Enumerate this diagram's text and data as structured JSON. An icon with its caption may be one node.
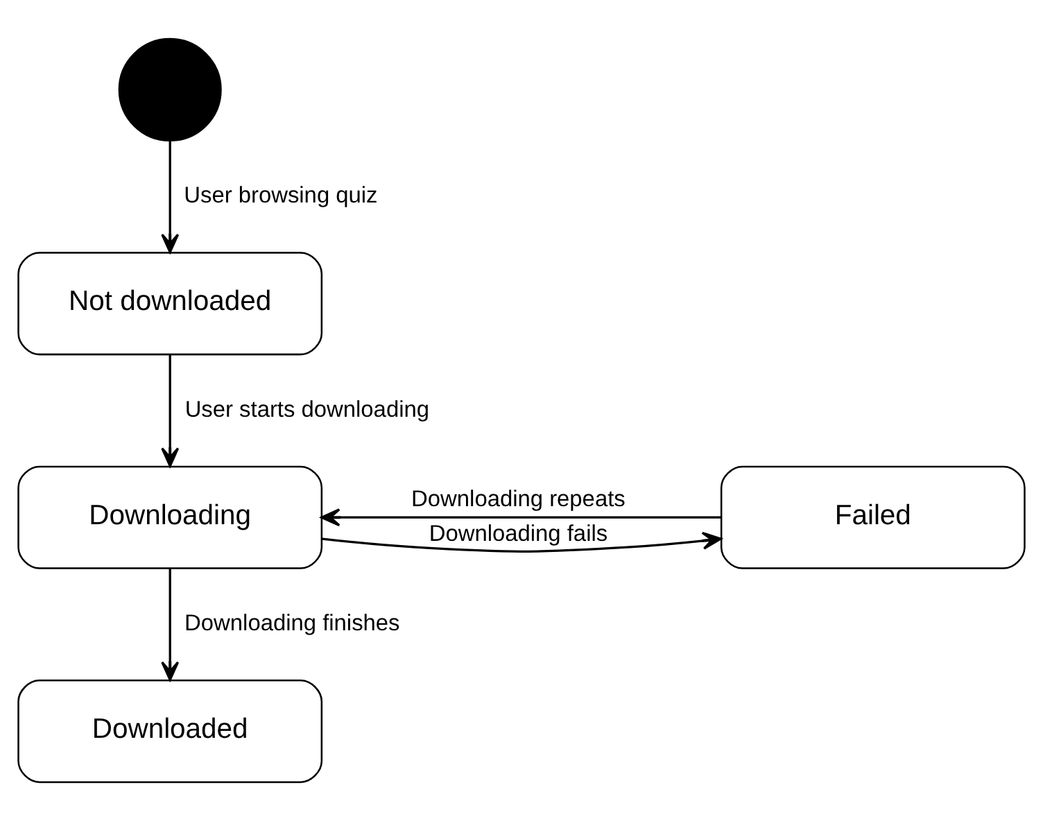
{
  "diagram": {
    "nodes": [
      {
        "text": [],
        "shape": "circle"
      },
      {
        "text": [
          "Not downloaded"
        ]
      },
      {
        "text": [
          "Downloading"
        ]
      },
      {
        "text": [
          "Failed"
        ]
      },
      {
        "text": [
          "Downloaded"
        ]
      }
    ],
    "edges": [
      {
        "from": 0,
        "to": 1,
        "arrow": "to",
        "label": "User browsing quiz"
      },
      {
        "from": 1,
        "to": 2,
        "arrow": "to",
        "label": "User starts downloading"
      },
      {
        "from": 2,
        "to": 3,
        "arrow": "to",
        "label": "Downloading fails"
      },
      {
        "from": 3,
        "to": 2,
        "arrow": "to",
        "label": "Downloading repeats"
      },
      {
        "from": 2,
        "to": 4,
        "arrow": "to",
        "label": "Downloading finishes"
      }
    ]
  }
}
